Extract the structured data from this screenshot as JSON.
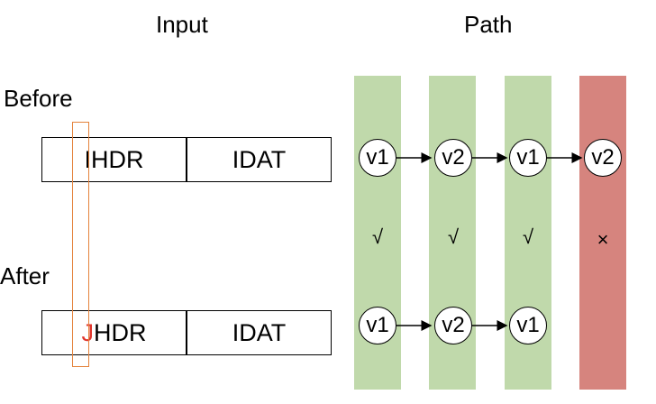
{
  "headings": {
    "input": "Input",
    "path": "Path"
  },
  "rows": {
    "before": {
      "label": "Before",
      "chunks": [
        "IHDR",
        "IDAT"
      ]
    },
    "after": {
      "label": "After",
      "changed_letter": "J",
      "chunk_rest": "HDR",
      "chunk2": "IDAT"
    }
  },
  "path_top": [
    "v1",
    "v2",
    "v1",
    "v2"
  ],
  "path_bottom": [
    "v1",
    "v2",
    "v1"
  ],
  "marks": [
    "√",
    "√",
    "√",
    "×"
  ],
  "colors": {
    "pass": "#c0d9ab",
    "fail": "#d6847e",
    "highlight": "#e4823b",
    "mutation": "#e0342b"
  }
}
